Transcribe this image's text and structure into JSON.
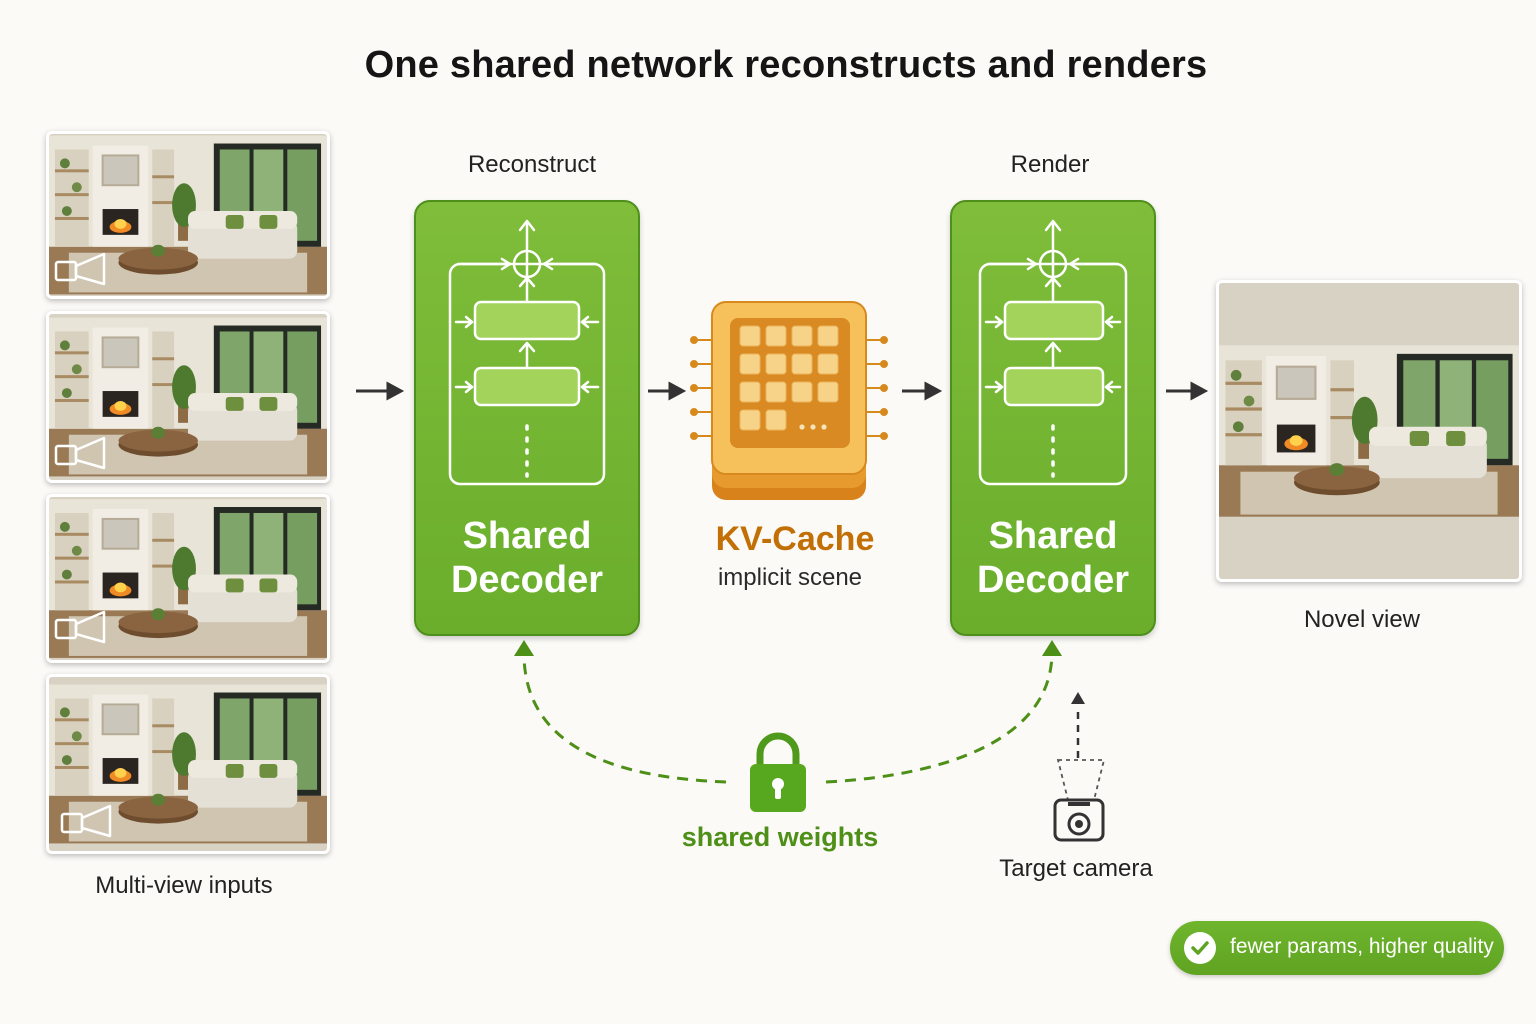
{
  "title": "One shared network reconstructs and renders",
  "inputs": {
    "label": "Multi-view inputs",
    "views": [
      {
        "name": "view-1"
      },
      {
        "name": "view-2"
      },
      {
        "name": "view-3"
      },
      {
        "name": "view-4"
      }
    ]
  },
  "reconstruct": {
    "stage_label": "Reconstruct",
    "block_title_line1": "Shared",
    "block_title_line2": "Decoder"
  },
  "kv_cache": {
    "title": "KV-Cache",
    "subtitle": "implicit scene"
  },
  "render": {
    "stage_label": "Render",
    "block_title_line1": "Shared",
    "block_title_line2": "Decoder"
  },
  "output": {
    "label": "Novel view"
  },
  "shared": {
    "label": "shared weights",
    "icon": "lock-icon"
  },
  "target_camera": {
    "label": "Target camera",
    "icon": "camera-icon"
  },
  "badge": {
    "text": "fewer params, higher quality",
    "icon": "check-icon"
  },
  "colors": {
    "decoder_green": "#74b532",
    "cache_orange": "#e8a33a",
    "accent_text_orange": "#c26f06",
    "shared_green": "#4d8f17"
  }
}
